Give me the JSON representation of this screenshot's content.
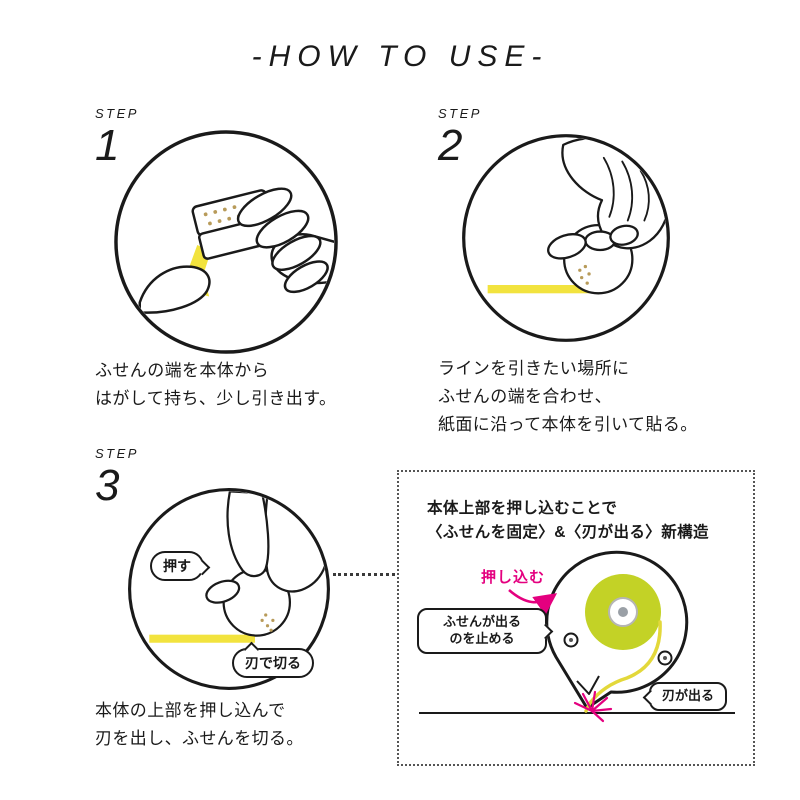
{
  "title": "-HOW TO USE-",
  "steps": [
    {
      "label": "STEP",
      "number": "1",
      "caption": "ふせんの端を本体から\nはがして持ち、少し引き出す。"
    },
    {
      "label": "STEP",
      "number": "2",
      "caption": "ラインを引きたい場所に\nふせんの端を合わせ、\n紙面に沿って本体を引いて貼る。"
    },
    {
      "label": "STEP",
      "number": "3",
      "caption": "本体の上部を押し込んで\n刃を出し、ふせんを切る。",
      "bubble_press": "押す",
      "bubble_cut": "刃で切る"
    }
  ],
  "detail_box": {
    "heading_line1": "本体上部を押し込むことで",
    "heading_line2": "〈ふせんを固定〉&〈刃が出る〉新構造",
    "push_label": "押し込む",
    "stopper_label": "ふせんが出る\nのを止める",
    "blade_label": "刃が出る"
  },
  "colors": {
    "tape_yellow": "#f2e33e",
    "roll_green": "#c3d226",
    "accent_magenta": "#e4007f",
    "line_black": "#1a1a1a"
  }
}
